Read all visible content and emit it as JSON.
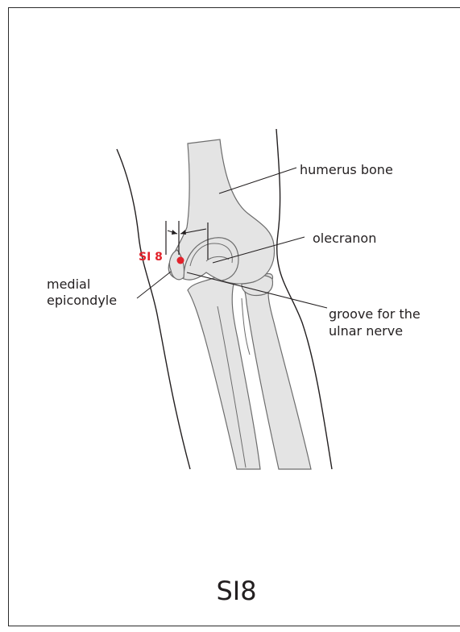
{
  "labels": {
    "humerus": "humerus bone",
    "olecranon": "olecranon",
    "medial_line1": "medial",
    "medial_line2": "epicondyle",
    "groove_line1": "groove for the",
    "groove_line2": "ulnar nerve"
  },
  "point": {
    "label": "SI 8",
    "color": "#e2222b"
  },
  "caption": "SI8",
  "colors": {
    "bone_fill": "#e4e4e4",
    "bone_stroke": "#6d6d6d",
    "outline": "#231f20"
  }
}
